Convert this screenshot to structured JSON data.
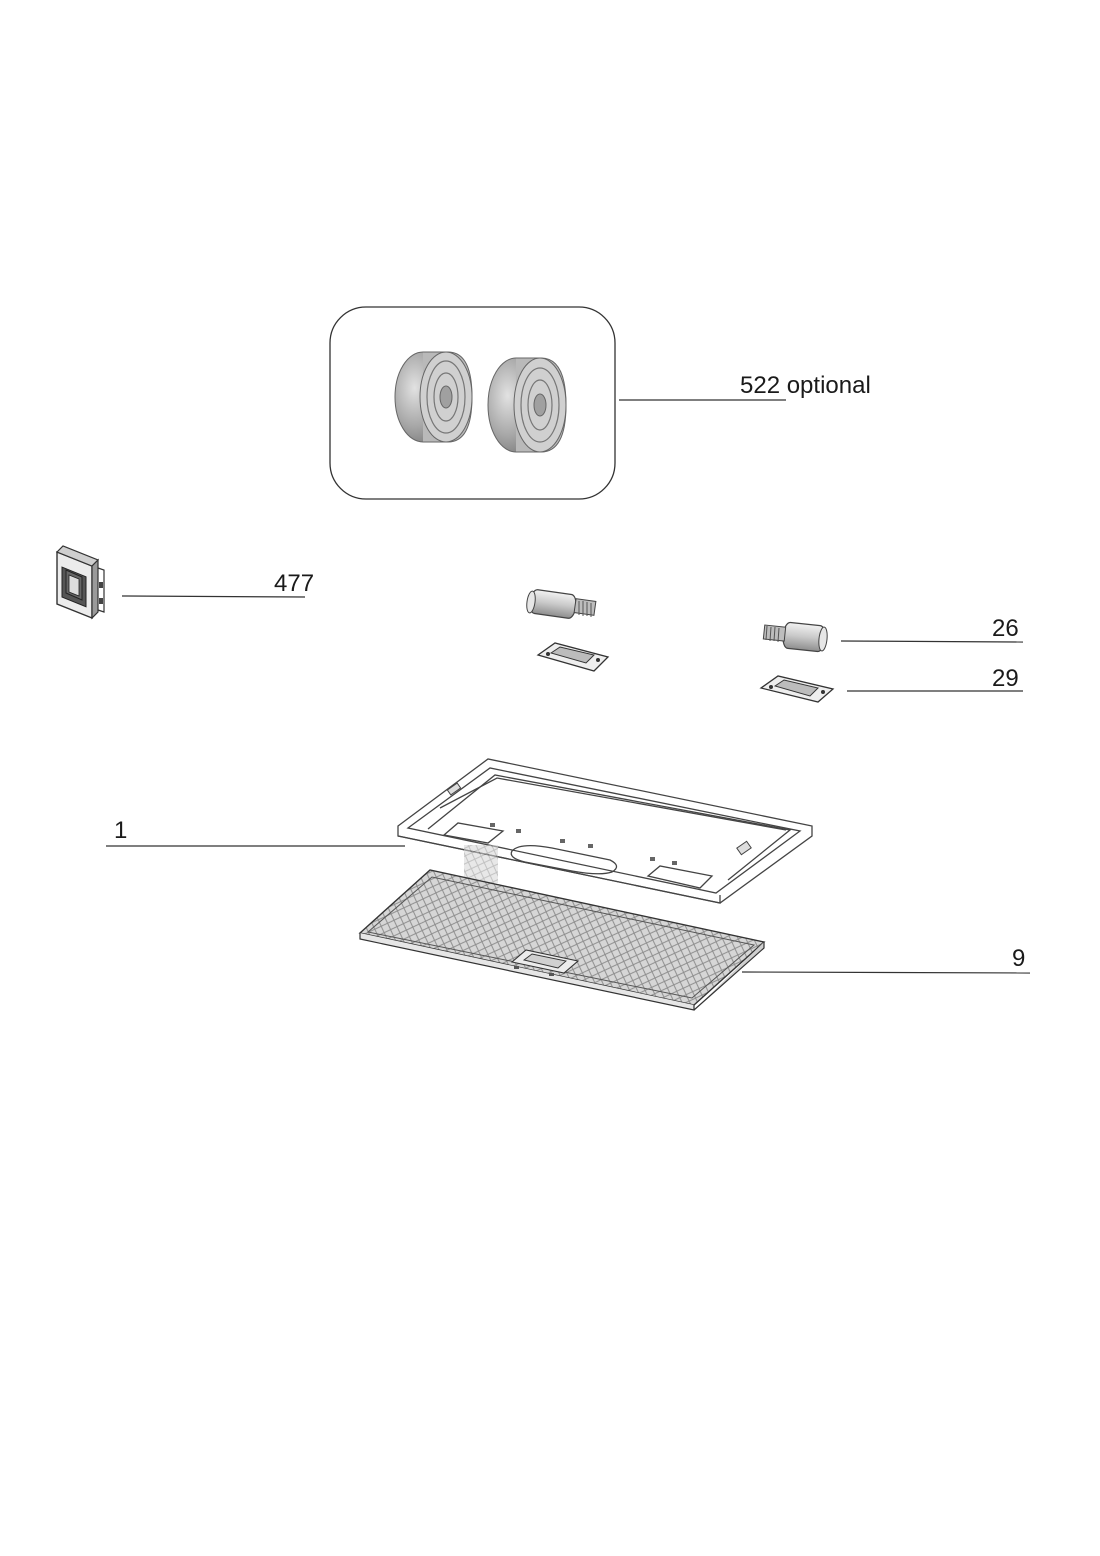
{
  "parts": [
    {
      "id": "part-522",
      "label": "522 optional",
      "description_visible": false
    },
    {
      "id": "part-477",
      "label": "477"
    },
    {
      "id": "part-26",
      "label": "26"
    },
    {
      "id": "part-29",
      "label": "29"
    },
    {
      "id": "part-1",
      "label": "1"
    },
    {
      "id": "part-9",
      "label": "9"
    }
  ],
  "labels": {
    "p522": "522 optional",
    "p477": "477",
    "p26": "26",
    "p29": "29",
    "p1": "1",
    "p9": "9"
  },
  "colors": {
    "line": "#444444",
    "filter_fill": "#bdbdbd",
    "carbon_filter": "#9e9e9e"
  }
}
